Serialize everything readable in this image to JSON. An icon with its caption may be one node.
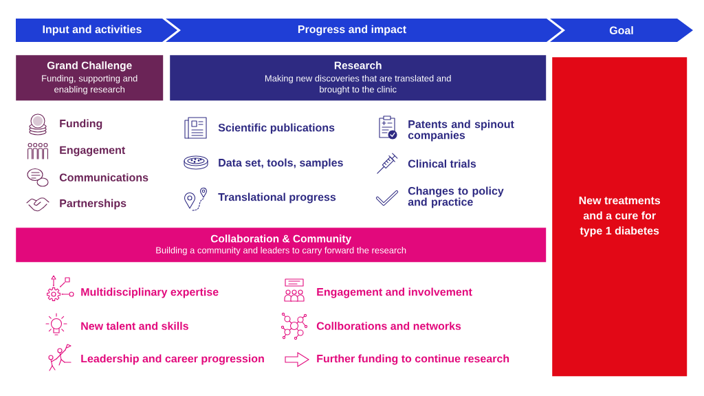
{
  "diagram": {
    "nodes": [
      {
        "text": [
          "Input and activities"
        ]
      },
      {
        "text": [
          "Progress and impact"
        ]
      },
      {
        "text": [
          "Goal"
        ]
      },
      {
        "text": [
          "Grand Challenge",
          "Funding, supporting and enabling research"
        ]
      },
      {
        "text": [
          "Research",
          "Making new discoveries that are translated and brought to the clinic"
        ]
      },
      {
        "text": [
          "New treatments and a cure for type 1 diabetes"
        ]
      },
      {
        "text": [
          "Collaboration & Community",
          "Building a community and leaders to carry forward the research"
        ]
      }
    ],
    "labels": [
      "Funding",
      "Engagement",
      "Communications",
      "Partnerships",
      "Scientific publications",
      "Patents and spinout companies",
      "Data set, tools, samples",
      "Clinical trials",
      "Translational progress",
      "Changes to policy and practice",
      "Multidisciplinary expertise",
      "Engagement and involvement",
      "New talent and skills",
      "Collborations and networks",
      "Leadership and career progression",
      "Further funding to continue research"
    ]
  }
}
